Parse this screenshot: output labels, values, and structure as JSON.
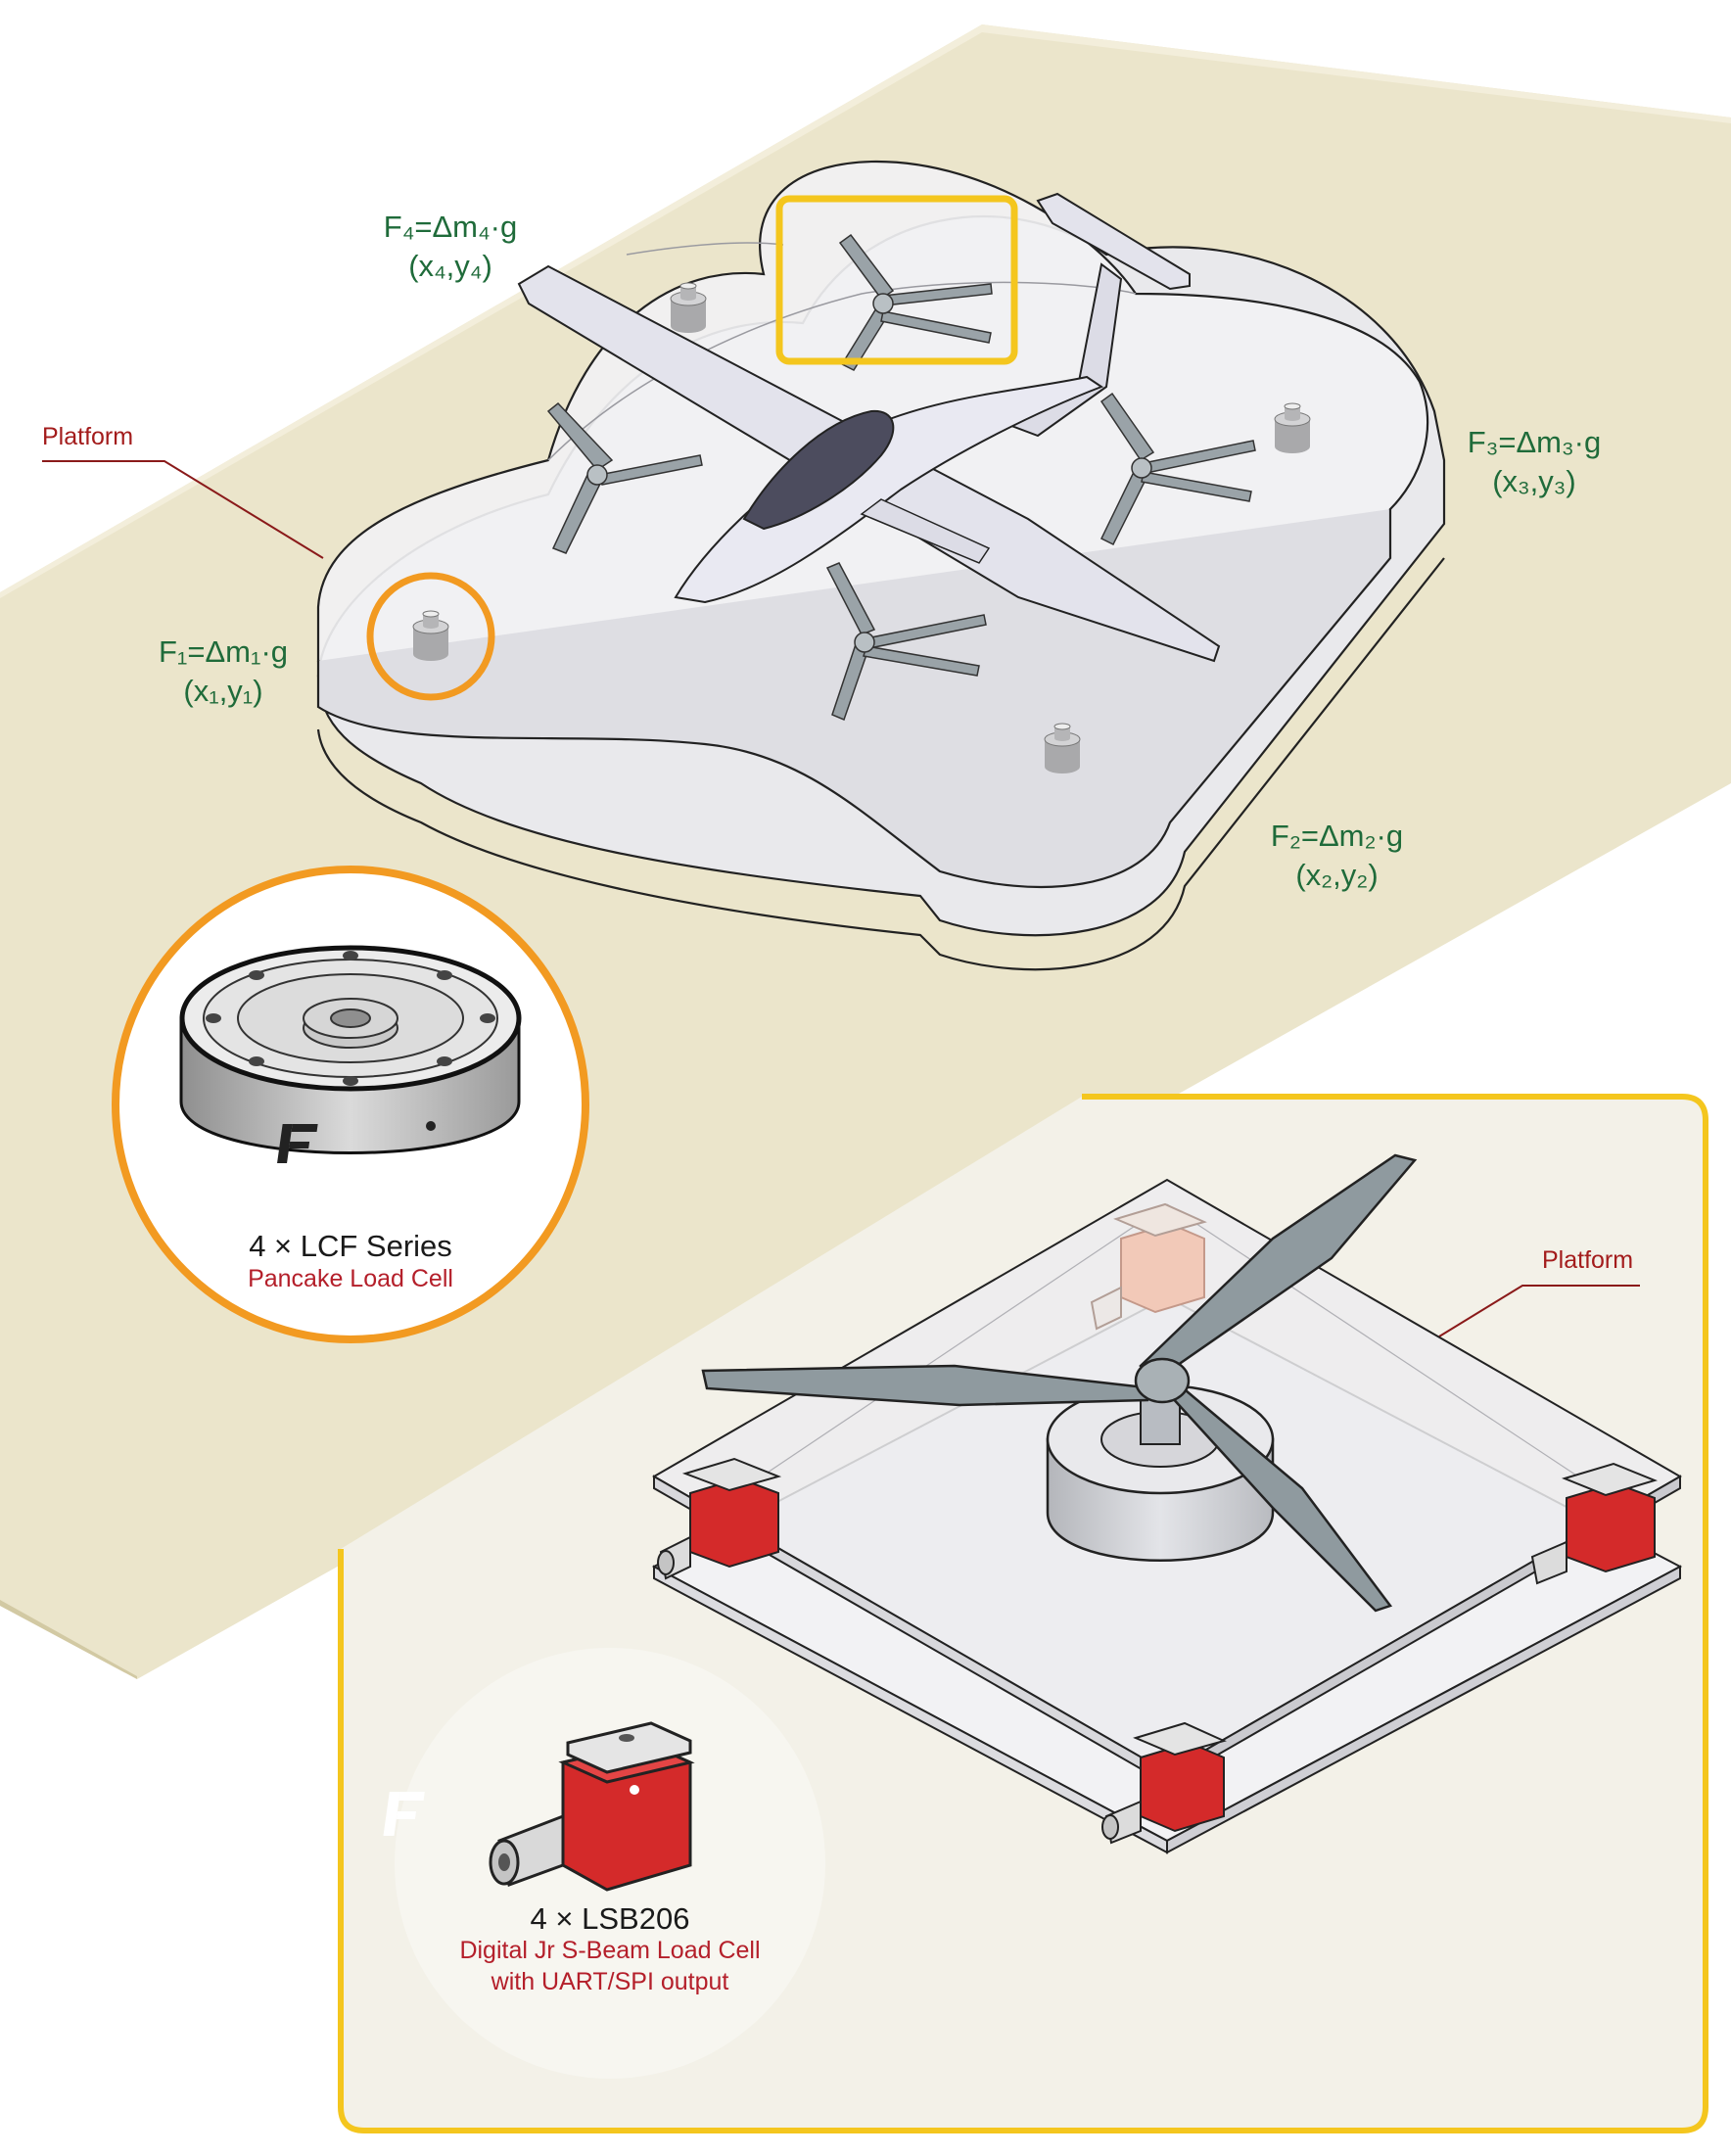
{
  "colors": {
    "floor": "#efe9d2",
    "floor_edge": "#d6cea9",
    "inset_panel": "#f4f2ea",
    "inset_border": "#f4c61e",
    "orange_ring": "#f29a21",
    "yellow_box": "#f4c61e",
    "force_text": "#1f6b3a",
    "platform_text": "#a31c1c",
    "subtitle_text": "#b41f2a",
    "sensor_red": "#d42a2a",
    "propeller": "#9aa3a8",
    "aircraft": "#e6e6f0"
  },
  "forces": [
    {
      "id": "f1",
      "formula": "F₁=Δm₁·g",
      "coords": "(x₁,y₁)"
    },
    {
      "id": "f2",
      "formula": "F₂=Δm₂·g",
      "coords": "(x₂,y₂)"
    },
    {
      "id": "f3",
      "formula": "F₃=Δm₃·g",
      "coords": "(x₃,y₃)"
    },
    {
      "id": "f4",
      "formula": "F₄=Δm₄·g",
      "coords": "(x₄,y₄)"
    }
  ],
  "platform_label_top": "Platform",
  "platform_label_inset": "Platform",
  "lcf": {
    "title": "4 × LCF Series",
    "subtitle": "Pancake Load Cell"
  },
  "lsb": {
    "title": "4 × LSB206",
    "subtitle_line1": "Digital Jr S-Beam Load Cell",
    "subtitle_line2": "with UART/SPI output"
  },
  "icons": {
    "logo": "interface-logo-icon",
    "aircraft": "evtol-aircraft-icon",
    "propeller": "propeller-icon"
  }
}
